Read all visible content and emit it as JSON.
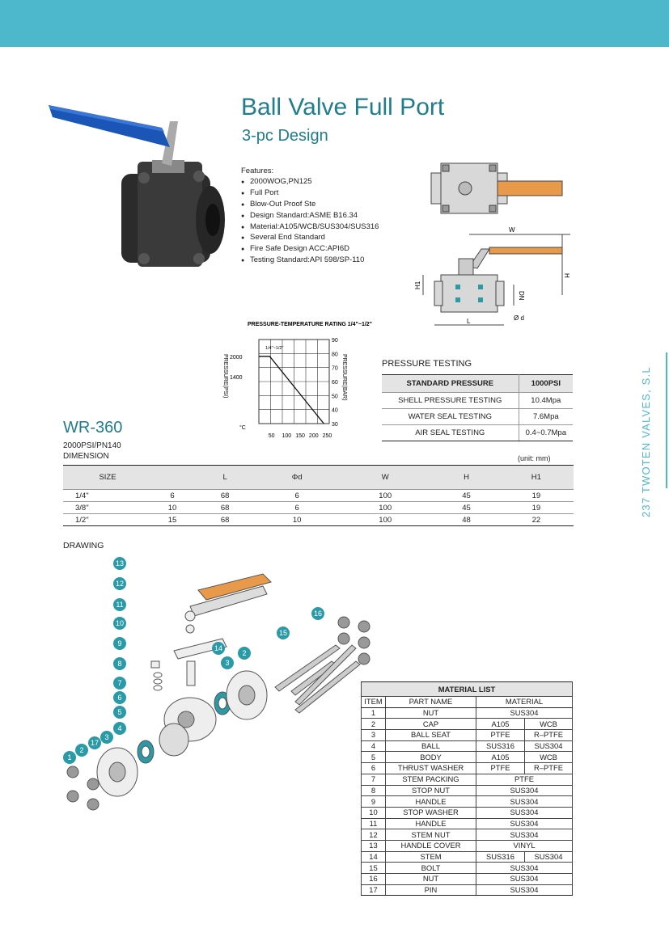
{
  "header": {
    "title": "Ball Valve Full Port",
    "subtitle": "3-pc Design"
  },
  "features": {
    "heading": "Features:",
    "items": [
      "2000WOG,PN125",
      "Full Port",
      "Blow-Out Proof Ste",
      "Design Standard:ASME B16.34",
      "Material:A105/WCB/SUS304/SUS316",
      "Several End Standard",
      "Fire Safe Design ACC:API6D",
      "Testing Standard:API 598/SP-110"
    ]
  },
  "side": {
    "text": "237 TWOTEN VALVES, S.L"
  },
  "dims_drawing": {
    "w": "W",
    "h": "H",
    "h1": "H1",
    "dn": "DN",
    "d": "Ø d",
    "l": "L"
  },
  "chart_data": {
    "type": "line",
    "title": "PRESSURE-TEMPERATURE RATING 1/4\"~1/2\"",
    "legend": "1/4\"~1/2\"",
    "ylabel": "PRESSURE(PSI)",
    "y2label": "PRESSURE(BAR)",
    "xlabel": "°C",
    "x_ticks": [
      "50",
      "100",
      "150",
      "200",
      "250"
    ],
    "y_ticks": [
      "2000",
      "1400"
    ],
    "y2_ticks": [
      "90",
      "80",
      "70",
      "60",
      "50",
      "40",
      "30"
    ],
    "xlim": [
      0,
      260
    ],
    "ylim": [
      0,
      2500
    ],
    "series": [
      {
        "x": [
          0,
          40,
          220,
          240
        ],
        "y": [
          2000,
          2000,
          200,
          0
        ]
      }
    ]
  },
  "pressure_testing": {
    "title": "PRESSURE TESTING",
    "headers": [
      "STANDARD PRESSURE",
      "1000PSI"
    ],
    "rows": [
      [
        "SHELL PRESSURE TESTING",
        "10.4Mpa"
      ],
      [
        "WATER SEAL TESTING",
        "7.6Mpa"
      ],
      [
        "AIR SEAL TESTING",
        "0.4~0.7Mpa"
      ]
    ]
  },
  "model": {
    "name": "WR-360",
    "rating": "2000PSI/PN140",
    "dimension_label": "DIMENSION",
    "unit": "(unit: mm)"
  },
  "dimension_table": {
    "headers": [
      "SIZE",
      "",
      "L",
      "Φd",
      "W",
      "H",
      "H1"
    ],
    "rows": [
      [
        "1/4\"",
        "6",
        "68",
        "6",
        "100",
        "45",
        "19"
      ],
      [
        "3/8\"",
        "10",
        "68",
        "6",
        "100",
        "45",
        "19"
      ],
      [
        "1/2\"",
        "15",
        "68",
        "10",
        "100",
        "48",
        "22"
      ]
    ]
  },
  "drawing": {
    "label": "DRAWING",
    "callouts": [
      "13",
      "12",
      "11",
      "10",
      "9",
      "8",
      "7",
      "6",
      "5",
      "4",
      "3",
      "2",
      "1",
      "17",
      "14",
      "16",
      "15",
      "3",
      "2"
    ]
  },
  "material_list": {
    "title": "MATERIAL LIST",
    "headers": [
      "ITEM",
      "PART NAME",
      "MATERIAL"
    ],
    "rows": [
      {
        "item": "1",
        "part": "NUT",
        "m1": "SUS304",
        "m2": ""
      },
      {
        "item": "2",
        "part": "CAP",
        "m1": "A105",
        "m2": "WCB"
      },
      {
        "item": "3",
        "part": "BALL SEAT",
        "m1": "PTFE",
        "m2": "R–PTFE"
      },
      {
        "item": "4",
        "part": "BALL",
        "m1": "SUS316",
        "m2": "SUS304"
      },
      {
        "item": "5",
        "part": "BODY",
        "m1": "A105",
        "m2": "WCB"
      },
      {
        "item": "6",
        "part": "THRUST WASHER",
        "m1": "PTFE",
        "m2": "R–PTFE"
      },
      {
        "item": "7",
        "part": "STEM PACKING",
        "m1": "PTFE",
        "m2": ""
      },
      {
        "item": "8",
        "part": "STOP NUT",
        "m1": "SUS304",
        "m2": ""
      },
      {
        "item": "9",
        "part": "HANDLE",
        "m1": "SUS304",
        "m2": ""
      },
      {
        "item": "10",
        "part": "STOP WASHER",
        "m1": "SUS304",
        "m2": ""
      },
      {
        "item": "11",
        "part": "HANDLE",
        "m1": "SUS304",
        "m2": ""
      },
      {
        "item": "12",
        "part": "STEM NUT",
        "m1": "SUS304",
        "m2": ""
      },
      {
        "item": "13",
        "part": "HANDLE COVER",
        "m1": "VINYL",
        "m2": ""
      },
      {
        "item": "14",
        "part": "STEM",
        "m1": "SUS316",
        "m2": "SUS304"
      },
      {
        "item": "15",
        "part": "BOLT",
        "m1": "SUS304",
        "m2": ""
      },
      {
        "item": "16",
        "part": "NUT",
        "m1": "SUS304",
        "m2": ""
      },
      {
        "item": "17",
        "part": "PIN",
        "m1": "SUS304",
        "m2": ""
      }
    ]
  }
}
